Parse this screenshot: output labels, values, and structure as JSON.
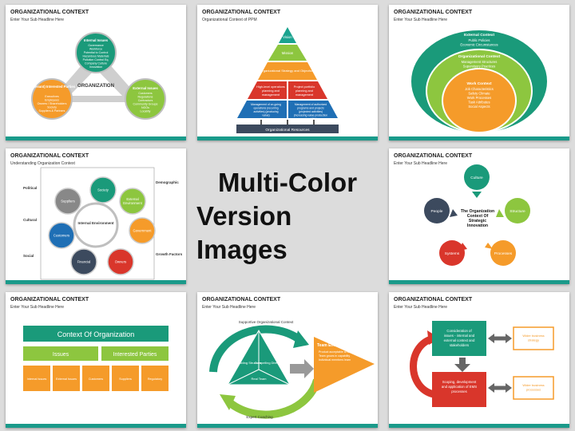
{
  "tiles": [
    {
      "title": "ORGANIZATIONAL CONTEXT",
      "subtitle": "Enter Your Sub Headline Here",
      "center": "ORGANIZATION",
      "top_title": "Internal Issues",
      "top_lines": [
        "Governance",
        "Workforce",
        "Potential to Control",
        "Hazardous Materials",
        "Pollution Control Eq.",
        "Company Culture",
        "Innovation"
      ],
      "left_title": "(Relevant) Interested Parties",
      "left_lines": [
        "Executives",
        "Employees",
        "Owners / Shareholders",
        "Society",
        "Suppliers & Partners"
      ],
      "right_title": "External Issues",
      "right_lines": [
        "Customers",
        "Regulations",
        "Contractors",
        "Community Groups",
        "NGOs",
        "Localiity"
      ]
    },
    {
      "title": "ORGANIZATIONAL CONTEXT",
      "subtitle": "Organizational Context of PPM",
      "vision": "Vision",
      "mission": "Mission",
      "strategy": "Organizational Strategy and Objectives",
      "l1": "High-level operations planning and management",
      "r1": "Project portfolio planning and management",
      "l2": "Management of on-going operations (recurring activities) (producing value)",
      "r2": "Management of authorized programs and projects (projected activities) (increasing value production capability)",
      "resources": "Organizational Resources"
    },
    {
      "title": "ORGANIZATIONAL CONTEXT",
      "subtitle": "Enter Your Sub Headline Here",
      "ext_title": "External Context",
      "ext_lines": [
        "Public Policies",
        "Economic Circumstances"
      ],
      "org_title": "Organizational Context",
      "org_lines": [
        "Management Structures",
        "Supervisory Practices"
      ],
      "work_title": "Work Context",
      "work_lines": [
        "Job Characteristics",
        "Safety Climate",
        "Work Processes",
        "Task Attributes",
        "Social Aspects"
      ]
    },
    {
      "title": "ORGANIZATIONAL CONTEXT",
      "subtitle": "Understanding Organization Context",
      "center": "Internal Environment",
      "nodes": [
        "Society",
        "External Environment",
        "Government",
        "Owners",
        "Financial",
        "Customers",
        "Suppliers"
      ],
      "corners": [
        "Political",
        "Demographic",
        "Cultural",
        "Social",
        "Growth Factors"
      ]
    },
    {
      "title": "ORGANIZATIONAL CONTEXT",
      "subtitle": "Enter Your Sub Headline Here",
      "center": "The Organization Context Of Strategic Innovation",
      "nodes": [
        "Culture",
        "Structure",
        "Processes",
        "Systems",
        "People"
      ]
    },
    {
      "title": "ORGANIZATIONAL CONTEXT",
      "subtitle": "Enter Your Sub Headline Here",
      "header": "Context Of Organization",
      "left": "Issues",
      "right": "Interested Parties",
      "cells": [
        "Internal Issues",
        "External Issues",
        "Customers",
        "Suppliers",
        "Regulatory"
      ]
    },
    {
      "title": "ORGANIZATIONAL CONTEXT",
      "subtitle": "Enter Your Sub Headline Here",
      "top": "Supportive Organizational Context",
      "bottom": "Expert Coaching",
      "enabling": "Enabling Structure",
      "compelling": "Compelling Direction",
      "real": "Real Team",
      "arrow_title": "Team Effectiveness:",
      "arrow_lines": [
        "Product acceptable to customer",
        "Team grows in capability",
        "Individual members learn"
      ]
    },
    {
      "title": "ORGANIZATIONAL CONTEXT",
      "subtitle": "Enter Your Sub Headline Here",
      "box1": "Consideration of issues - internal and external context and stakeholders",
      "box2": "Scoping, development and application of EMS processes",
      "side1": "Wider business strategy",
      "side2": "Wider business processes"
    }
  ],
  "center_text": [
    "Multi-Color",
    "Version Images"
  ]
}
